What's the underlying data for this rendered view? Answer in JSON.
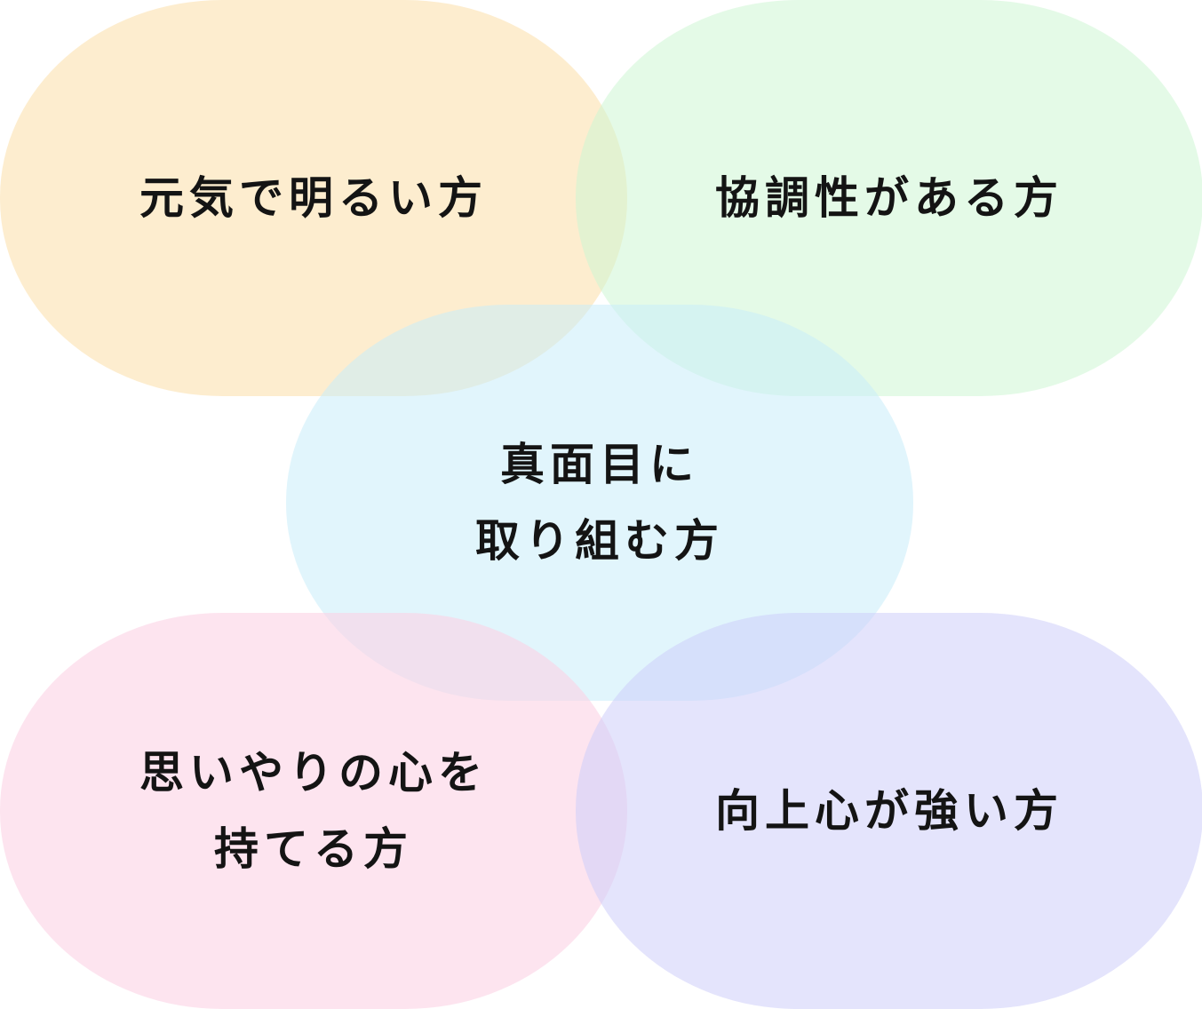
{
  "diagram": {
    "type": "overlapping-rounded-shapes",
    "items": [
      {
        "id": "orange",
        "label": "元気で明るい方",
        "color": "#FCE5BA"
      },
      {
        "id": "green",
        "label": "協調性がある方",
        "color": "#CEF6D4"
      },
      {
        "id": "blue",
        "label": "真面目に\n取り組む方",
        "color": "#C8ECFA"
      },
      {
        "id": "pink",
        "label": "思いやりの心を\n持てる方",
        "color": "#FCD2E4"
      },
      {
        "id": "purple",
        "label": "向上心が強い方",
        "color": "#CECEFA"
      }
    ]
  }
}
